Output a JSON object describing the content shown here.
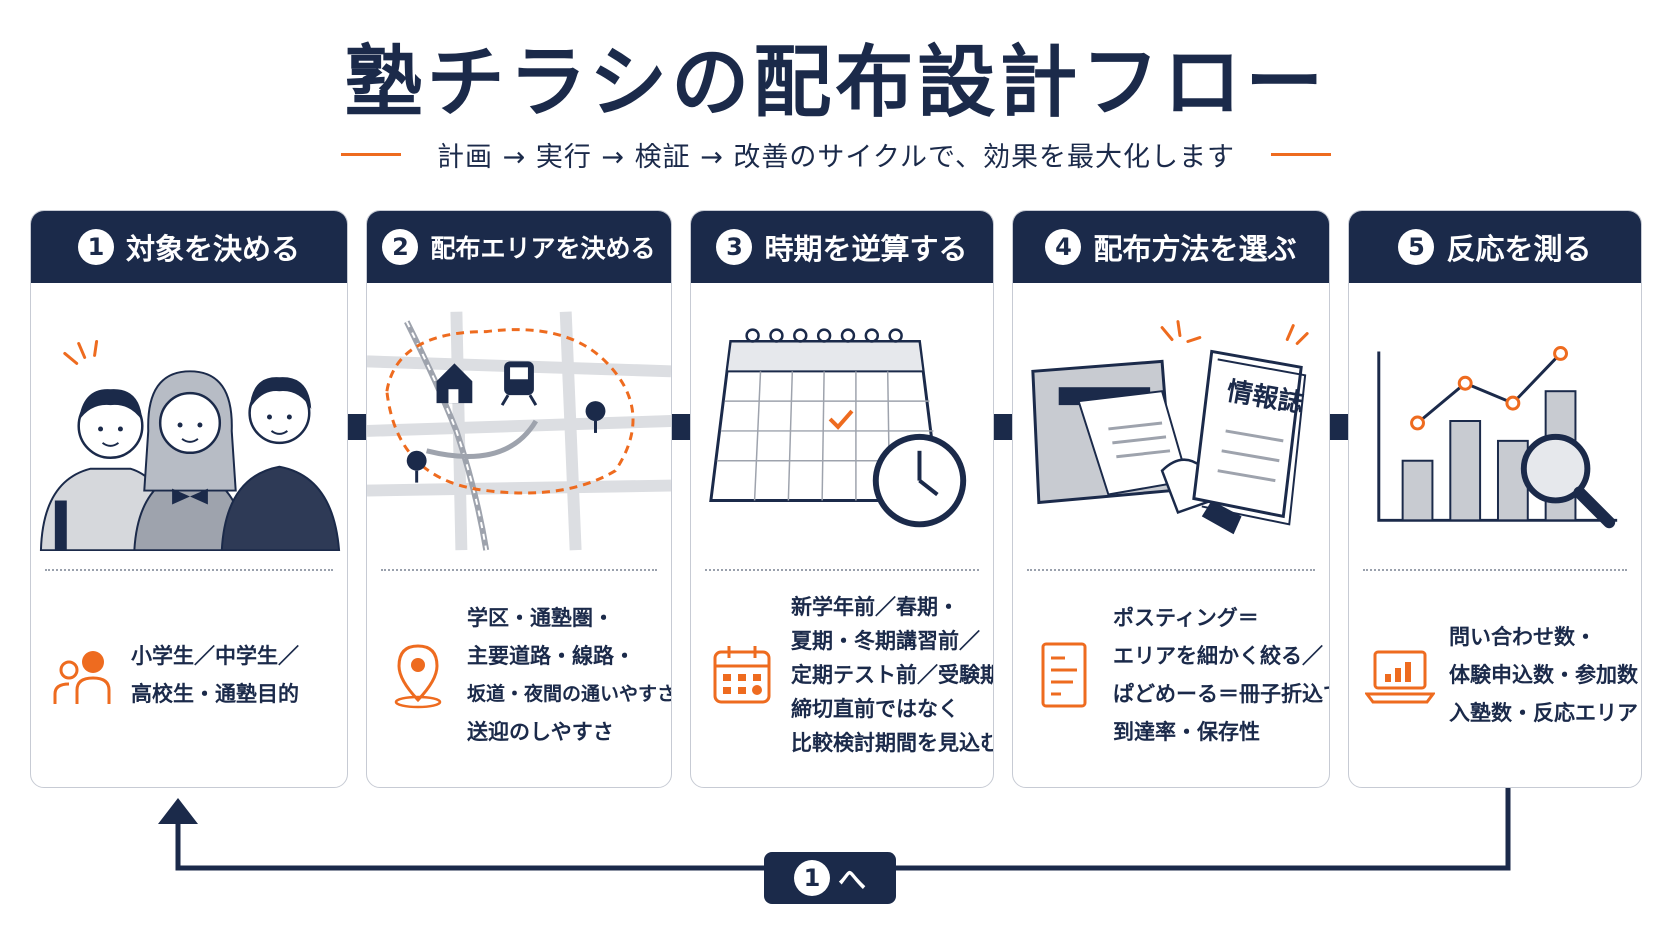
{
  "header": {
    "title": "塾チラシの配布設計フロー",
    "subtitle": "計画 → 実行 → 検証 → 改善のサイクルで、効果を最大化します"
  },
  "colors": {
    "navy": "#1b2a4a",
    "orange": "#ee6b1f",
    "gray": "#c8cbd1"
  },
  "steps": [
    {
      "num": "1",
      "title": "対象を決める",
      "icon": "people-icon",
      "lines": [
        "小学生／中学生／",
        "高校生・通塾目的"
      ]
    },
    {
      "num": "2",
      "title": "配布エリアを決める",
      "icon": "location-pin-icon",
      "lines": [
        "学区・通塾圏・",
        "主要道路・線路・",
        "坂道・夜間の通いやすさ・",
        "送迎のしやすさ"
      ]
    },
    {
      "num": "3",
      "title": "時期を逆算する",
      "icon": "calendar-icon",
      "lines": [
        "新学年前／春期・",
        "夏期・冬期講習前／",
        "定期テスト前／受験期。",
        "締切直前ではなく",
        "比較検討期間を見込む"
      ]
    },
    {
      "num": "4",
      "title": "配布方法を選ぶ",
      "icon": "document-icon",
      "lines": [
        "ポスティング＝",
        "エリアを細かく絞る／",
        "ぱどめーる＝冊子折込で",
        "到達率・保存性"
      ]
    },
    {
      "num": "5",
      "title": "反応を測る",
      "icon": "laptop-chart-icon",
      "lines": [
        "問い合わせ数・",
        "体験申込数・参加数・",
        "入塾数・反応エリア"
      ]
    }
  ],
  "illustrations": {
    "magazine_label": "情報誌"
  },
  "loop": {
    "num": "1",
    "label": "へ"
  }
}
